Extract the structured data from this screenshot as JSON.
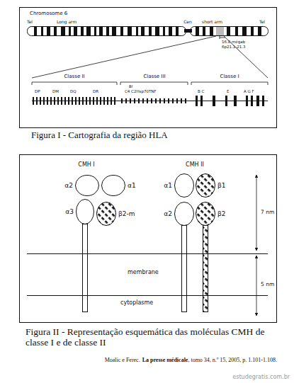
{
  "diagram": {
    "nodes": [
      {
        "text": [
          "α2"
        ]
      },
      {
        "text": [
          "α1"
        ]
      },
      {
        "text": [
          "α3"
        ]
      },
      {
        "text": [
          "β2-m"
        ]
      },
      {
        "text": [
          "α1"
        ]
      },
      {
        "text": [
          "β1"
        ]
      },
      {
        "text": [
          "α2"
        ]
      },
      {
        "text": [
          "β2"
        ]
      },
      {
        "text": [
          "membrane"
        ]
      }
    ],
    "labels": [
      "Chromosome 6",
      "Tel",
      "Long arm",
      "Cen",
      "short arm",
      "Tel",
      "16.8 mégab",
      "6p21.1-21.3",
      "Classe II",
      "Classe III",
      "Classe I",
      "DP",
      "DM",
      "DQ",
      "DR",
      "Bf",
      "C4 C2Hsp70TNF",
      "B C",
      "E",
      "A G F",
      "Figura I - Cartografia da região HLA",
      "CMH I",
      "CMH II",
      "7 nm",
      "5 nm",
      "cytoplasme",
      "Figura II - Representação esquemática das moléculas CMH de classe I e de classe II",
      "Moalic e Ferec.",
      "La presse médicale",
      ", tomo 34, n.º 15, 2005, p. 1.101-1.108.",
      "estudegratis.com.br"
    ]
  }
}
